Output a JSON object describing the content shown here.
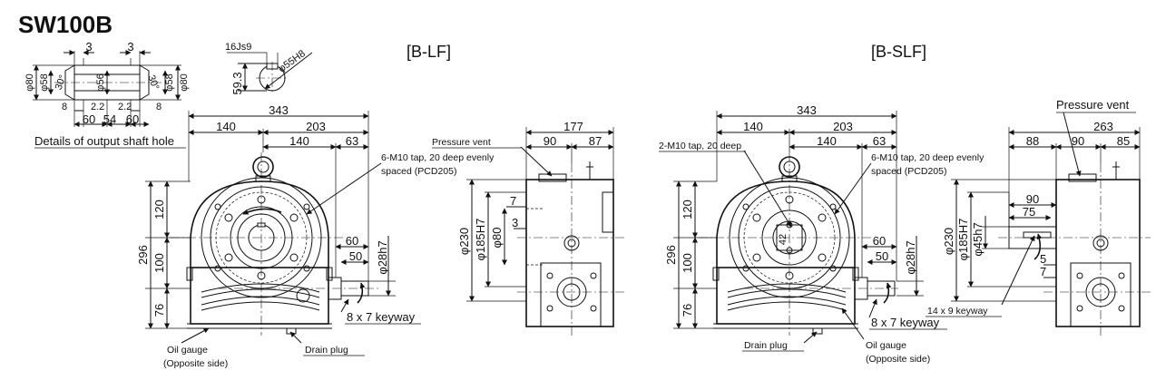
{
  "title": "SW100B",
  "views": {
    "left": "[B-LF]",
    "right": "[B-SLF]"
  },
  "shaft_detail": {
    "caption": "Details of output shaft hole",
    "top": [
      "3",
      "3"
    ],
    "left": [
      "φ80",
      "φ58",
      "30°"
    ],
    "center": "φ56",
    "right": [
      "30°",
      "φ58",
      "φ80"
    ],
    "small": [
      "8",
      "2.2",
      "2.2",
      "8"
    ],
    "bottom": [
      "60",
      "54",
      "60"
    ],
    "key": {
      "width": "16Js9",
      "bore": "φ55H8",
      "depth": "59.3"
    }
  },
  "blf": {
    "front": {
      "overall": "343",
      "a": "140",
      "b": "203",
      "c": "140",
      "d": "63",
      "h": "296",
      "h1": "120",
      "h2": "100",
      "h3": "76",
      "s1": "60",
      "s2": "50",
      "shaft": "φ28h7",
      "tap_note": [
        "6-M10 tap, 20 deep evenly",
        "spaced (PCD205)"
      ],
      "keyway": "8 x 7 keyway",
      "oil": [
        "Oil gauge",
        "(Opposite side)"
      ],
      "drain": "Drain plug"
    },
    "side": {
      "vent": "Pressure vent",
      "w": "177",
      "w1": "90",
      "w2": "87",
      "d1": "φ230",
      "d2": "φ185H7",
      "d3": "φ80",
      "s1": "7",
      "s2": "3"
    }
  },
  "bslf": {
    "front": {
      "overall": "343",
      "a": "140",
      "b": "203",
      "c": "140",
      "d": "63",
      "h": "296",
      "h1": "120",
      "h2": "100",
      "h3": "76",
      "s1": "60",
      "s2": "50",
      "shaft": "φ28h7",
      "centre": "42",
      "tap2": "2-M10 tap, 20 deep",
      "tap_note": [
        "6-M10 tap, 20 deep evenly",
        "spaced (PCD205)"
      ],
      "keyway": "8 x 7 keyway",
      "oil": [
        "Oil gauge",
        "(Opposite side)"
      ],
      "drain": "Drain plug"
    },
    "side": {
      "vent": "Pressure vent",
      "w": "263",
      "w1": "88",
      "w2": "90",
      "w3": "85",
      "d1": "φ230",
      "d2": "φ185H7",
      "d3": "φ45h7",
      "e1": "90",
      "e2": "75",
      "e3": "5",
      "e4": "7",
      "keyway": "14 x 9 keyway"
    }
  }
}
